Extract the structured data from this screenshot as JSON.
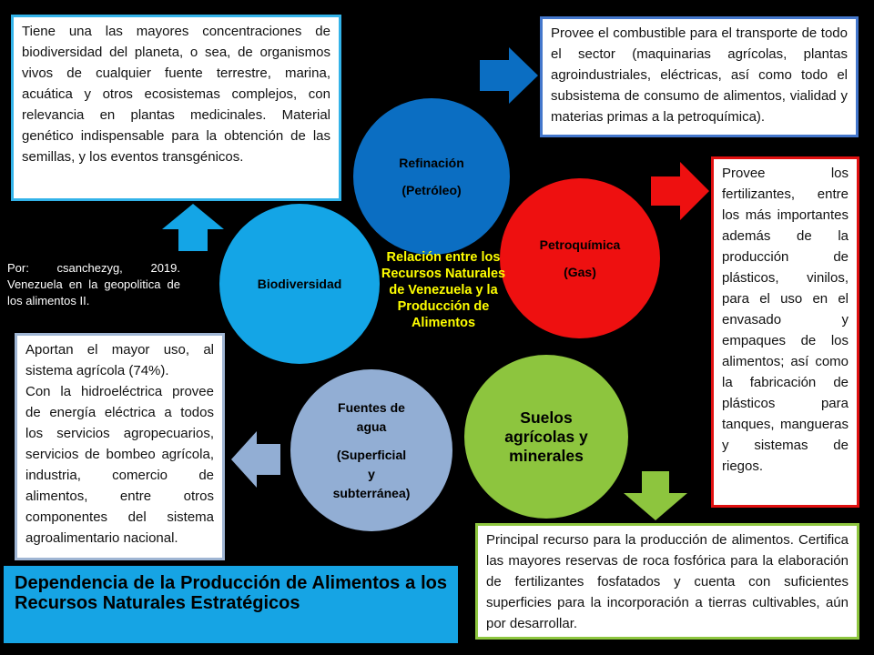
{
  "biodiversity_box": {
    "text": "Tiene una las mayores concentraciones de biodiversidad del planeta, o sea, de organismos vivos de cualquier fuente terrestre, marina, acuática y otros ecosistemas complejos, con relevancia en plantas medicinales. Material genético indispensable para la obtención de las semillas, y los eventos transgénicos."
  },
  "refining_box": {
    "text": "Provee el combustible para el transporte de todo el sector (maquinarias agrícolas, plantas agroindustriales, eléctricas, así como todo el subsistema de consumo de alimentos, vialidad y materias primas a la petroquímica)."
  },
  "petrochemical_box": {
    "text": "Provee los fertilizantes, entre los más importantes además de la producción de plásticos, vinilos, para el uso en el envasado y empaques de los alimentos; así como la fabricación de plásticos para tanques, mangueras y sistemas de riegos."
  },
  "water_box": {
    "line1": "Aportan el mayor uso, al sistema agrícola (74%).",
    "line2": "Con la hidroeléctrica provee de energía eléctrica a todos los servicios agropecuarios, servicios de bombeo agrícola, industria, comercio de alimentos, entre otros componentes del sistema agroalimentario nacional."
  },
  "soil_box": {
    "text": "Principal recurso para la producción de alimentos. Certifica las mayores reservas de roca fosfórica para la elaboración de fertilizantes fosfatados y cuenta con suficientes superficies para la incorporación a tierras cultivables,  aún por desarrollar."
  },
  "credit": {
    "text": "Por: csanchezyg, 2019. Venezuela en la geopolitica de los alimentos II."
  },
  "center_title": {
    "text": "Relación entre los Recursos Naturales de Venezuela  y la Producción de Alimentos"
  },
  "footer": {
    "text": "Dependencia de la Producción de Alimentos a los Recursos Naturales Estratégicos"
  },
  "circles": {
    "refining": {
      "line1": "Refinación",
      "line2": "(Petróleo)"
    },
    "petrochemical": {
      "line1": "Petroquímica",
      "line2": "(Gas)"
    },
    "biodiversity": {
      "label": "Biodiversidad"
    },
    "water": {
      "line1": "Fuentes de",
      "line2": "agua",
      "line3": "(Superficial",
      "line4": "y",
      "line5": "subterránea)"
    },
    "soil": {
      "label": "Suelos agrícolas y minerales"
    }
  },
  "colors": {
    "refining": "#0b6ec2",
    "petrochemical": "#ee1010",
    "biodiversity": "#14a5e6",
    "water": "#92aed4",
    "soil": "#8dc53e",
    "center_title": "#ffff00"
  }
}
